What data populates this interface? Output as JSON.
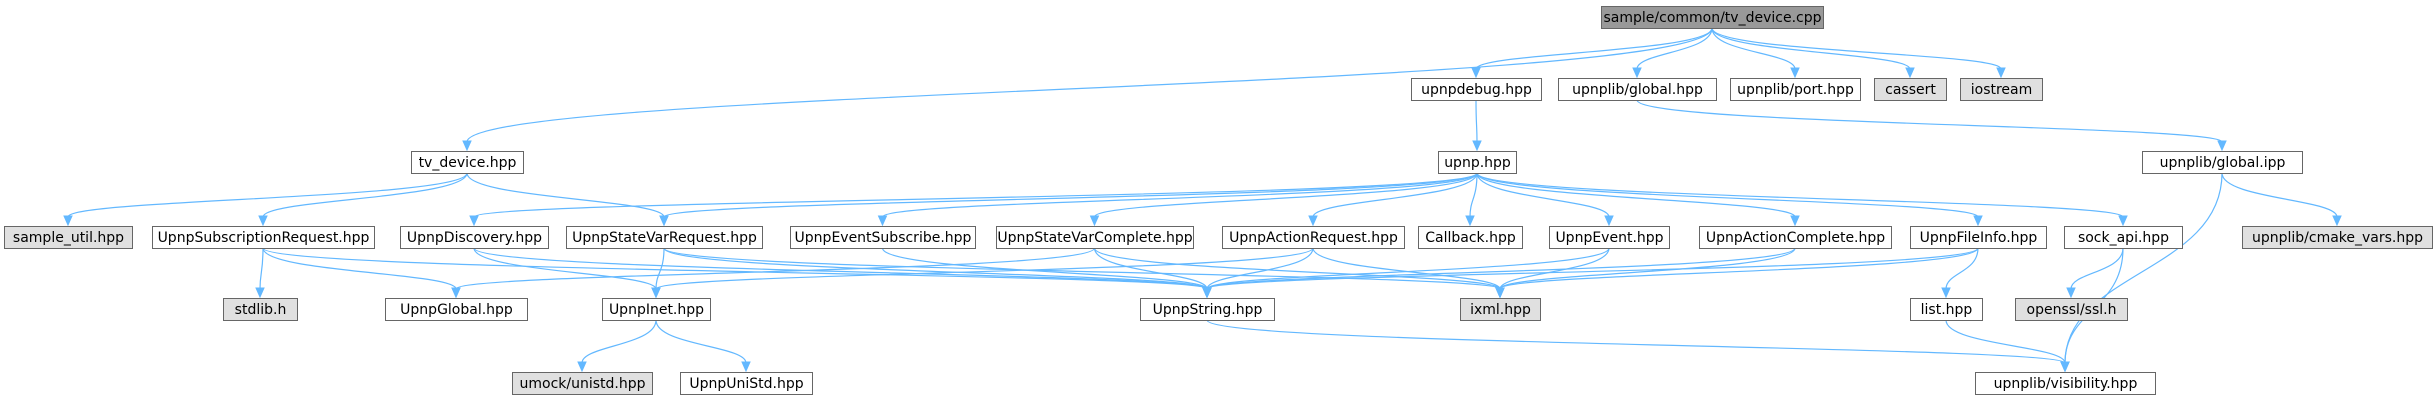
{
  "diagram": {
    "type": "include-dependency-graph",
    "colors": {
      "root_fill": "#999999",
      "node_fill": "#ffffff",
      "system_fill": "#e0e0e0",
      "border": "#666666",
      "edge": "#63b8ff"
    },
    "nodes": [
      {
        "id": "root",
        "label": "sample/common/tv_device.cpp",
        "kind": "root"
      },
      {
        "id": "upnpdebug",
        "label": "upnpdebug.hpp",
        "kind": "file"
      },
      {
        "id": "upnplib_global",
        "label": "upnplib/global.hpp",
        "kind": "file"
      },
      {
        "id": "upnplib_port",
        "label": "upnplib/port.hpp",
        "kind": "file"
      },
      {
        "id": "cassert",
        "label": "cassert",
        "kind": "system"
      },
      {
        "id": "iostream",
        "label": "iostream",
        "kind": "system"
      },
      {
        "id": "tv_device_hpp",
        "label": "tv_device.hpp",
        "kind": "file"
      },
      {
        "id": "upnp_hpp",
        "label": "upnp.hpp",
        "kind": "file"
      },
      {
        "id": "upnplib_global_ipp",
        "label": "upnplib/global.ipp",
        "kind": "file"
      },
      {
        "id": "sample_util",
        "label": "sample_util.hpp",
        "kind": "system"
      },
      {
        "id": "UpnpSubscriptionRequest",
        "label": "UpnpSubscriptionRequest.hpp",
        "kind": "file"
      },
      {
        "id": "UpnpDiscovery",
        "label": "UpnpDiscovery.hpp",
        "kind": "file"
      },
      {
        "id": "UpnpStateVarRequest",
        "label": "UpnpStateVarRequest.hpp",
        "kind": "file"
      },
      {
        "id": "UpnpEventSubscribe",
        "label": "UpnpEventSubscribe.hpp",
        "kind": "file"
      },
      {
        "id": "UpnpStateVarComplete",
        "label": "UpnpStateVarComplete.hpp",
        "kind": "file"
      },
      {
        "id": "UpnpActionRequest",
        "label": "UpnpActionRequest.hpp",
        "kind": "file"
      },
      {
        "id": "Callback",
        "label": "Callback.hpp",
        "kind": "file"
      },
      {
        "id": "UpnpEvent",
        "label": "UpnpEvent.hpp",
        "kind": "file"
      },
      {
        "id": "UpnpActionComplete",
        "label": "UpnpActionComplete.hpp",
        "kind": "file"
      },
      {
        "id": "UpnpFileInfo",
        "label": "UpnpFileInfo.hpp",
        "kind": "file"
      },
      {
        "id": "sock_api",
        "label": "sock_api.hpp",
        "kind": "file"
      },
      {
        "id": "cmake_vars",
        "label": "upnplib/cmake_vars.hpp",
        "kind": "system"
      },
      {
        "id": "stdlib",
        "label": "stdlib.h",
        "kind": "system"
      },
      {
        "id": "UpnpGlobal",
        "label": "UpnpGlobal.hpp",
        "kind": "file"
      },
      {
        "id": "UpnpInet",
        "label": "UpnpInet.hpp",
        "kind": "file"
      },
      {
        "id": "UpnpString",
        "label": "UpnpString.hpp",
        "kind": "file"
      },
      {
        "id": "ixml",
        "label": "ixml.hpp",
        "kind": "system"
      },
      {
        "id": "list",
        "label": "list.hpp",
        "kind": "file"
      },
      {
        "id": "openssl",
        "label": "openssl/ssl.h",
        "kind": "system"
      },
      {
        "id": "umock_unistd",
        "label": "umock/unistd.hpp",
        "kind": "system"
      },
      {
        "id": "UpnpUniStd",
        "label": "UpnpUniStd.hpp",
        "kind": "file"
      },
      {
        "id": "visibility",
        "label": "upnplib/visibility.hpp",
        "kind": "file"
      }
    ],
    "edges": [
      [
        "root",
        "tv_device_hpp"
      ],
      [
        "root",
        "upnpdebug"
      ],
      [
        "root",
        "upnplib_global"
      ],
      [
        "root",
        "upnplib_port"
      ],
      [
        "root",
        "cassert"
      ],
      [
        "root",
        "iostream"
      ],
      [
        "upnpdebug",
        "upnp_hpp"
      ],
      [
        "upnplib_global",
        "upnplib_global_ipp"
      ],
      [
        "upnplib_global_ipp",
        "cmake_vars"
      ],
      [
        "upnplib_global_ipp",
        "visibility"
      ],
      [
        "tv_device_hpp",
        "sample_util"
      ],
      [
        "tv_device_hpp",
        "UpnpSubscriptionRequest"
      ],
      [
        "tv_device_hpp",
        "UpnpStateVarRequest"
      ],
      [
        "upnp_hpp",
        "UpnpDiscovery"
      ],
      [
        "upnp_hpp",
        "UpnpStateVarRequest"
      ],
      [
        "upnp_hpp",
        "UpnpEventSubscribe"
      ],
      [
        "upnp_hpp",
        "UpnpStateVarComplete"
      ],
      [
        "upnp_hpp",
        "UpnpActionRequest"
      ],
      [
        "upnp_hpp",
        "Callback"
      ],
      [
        "upnp_hpp",
        "UpnpEvent"
      ],
      [
        "upnp_hpp",
        "UpnpActionComplete"
      ],
      [
        "upnp_hpp",
        "UpnpFileInfo"
      ],
      [
        "upnp_hpp",
        "sock_api"
      ],
      [
        "UpnpSubscriptionRequest",
        "stdlib"
      ],
      [
        "UpnpSubscriptionRequest",
        "UpnpGlobal"
      ],
      [
        "UpnpSubscriptionRequest",
        "UpnpString"
      ],
      [
        "UpnpDiscovery",
        "UpnpInet"
      ],
      [
        "UpnpDiscovery",
        "UpnpString"
      ],
      [
        "UpnpStateVarRequest",
        "UpnpInet"
      ],
      [
        "UpnpStateVarRequest",
        "UpnpString"
      ],
      [
        "UpnpStateVarRequest",
        "ixml"
      ],
      [
        "UpnpEventSubscribe",
        "UpnpString"
      ],
      [
        "UpnpStateVarComplete",
        "UpnpGlobal"
      ],
      [
        "UpnpStateVarComplete",
        "UpnpString"
      ],
      [
        "UpnpStateVarComplete",
        "ixml"
      ],
      [
        "UpnpActionRequest",
        "UpnpInet"
      ],
      [
        "UpnpActionRequest",
        "UpnpString"
      ],
      [
        "UpnpActionRequest",
        "ixml"
      ],
      [
        "UpnpEvent",
        "UpnpString"
      ],
      [
        "UpnpEvent",
        "ixml"
      ],
      [
        "UpnpActionComplete",
        "UpnpString"
      ],
      [
        "UpnpActionComplete",
        "ixml"
      ],
      [
        "UpnpFileInfo",
        "UpnpString"
      ],
      [
        "UpnpFileInfo",
        "ixml"
      ],
      [
        "UpnpFileInfo",
        "list"
      ],
      [
        "sock_api",
        "openssl"
      ],
      [
        "sock_api",
        "visibility"
      ],
      [
        "UpnpInet",
        "umock_unistd"
      ],
      [
        "UpnpInet",
        "UpnpUniStd"
      ],
      [
        "UpnpString",
        "visibility"
      ],
      [
        "list",
        "visibility"
      ]
    ]
  }
}
